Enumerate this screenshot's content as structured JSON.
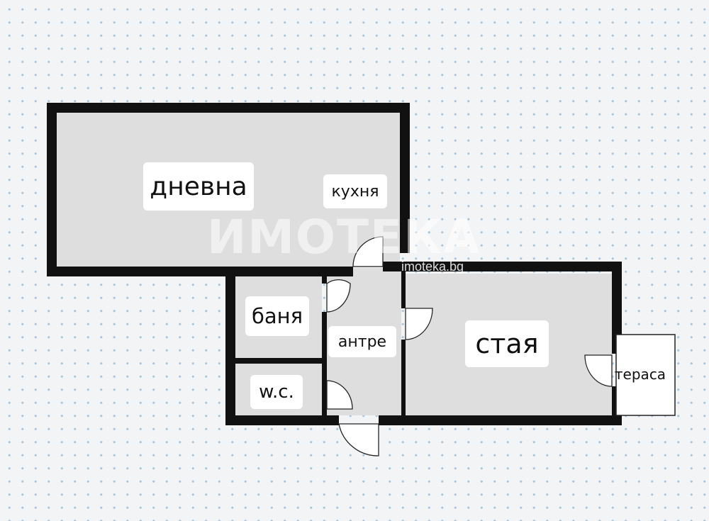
{
  "rooms": {
    "living": "дневна",
    "kitchen": "кухня",
    "bathroom": "баня",
    "wc": "w.c.",
    "hallway": "антре",
    "bedroom": "стая",
    "terrace": "тераса"
  },
  "watermark": {
    "brand": "ИМОТЕКА",
    "url": "imoteka.bg"
  },
  "colors": {
    "wall": "#111111",
    "floor": "#dedede",
    "background": "#f3f4f5",
    "grid_dot": "#a9c6dd",
    "label_bg": "#ffffff"
  }
}
